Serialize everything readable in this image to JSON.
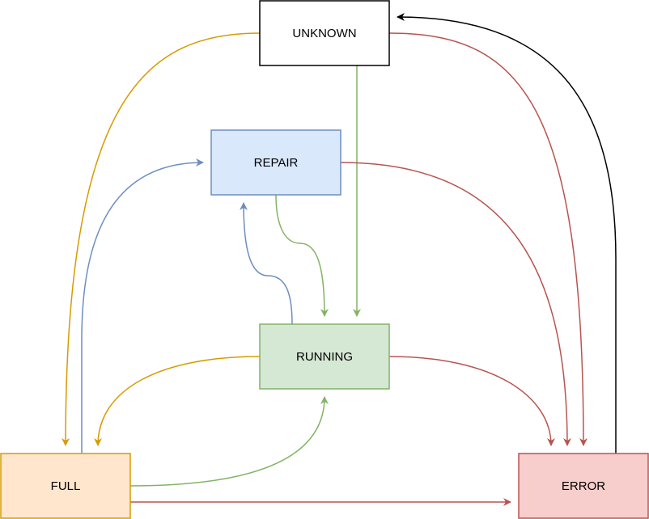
{
  "states": {
    "unknown": {
      "label": "UNKNOWN",
      "fill": "#ffffff",
      "stroke": "#000000"
    },
    "repair": {
      "label": "REPAIR",
      "fill": "#dae8fc",
      "stroke": "#6c8ebf"
    },
    "running": {
      "label": "RUNNING",
      "fill": "#d5e8d4",
      "stroke": "#82b366"
    },
    "full": {
      "label": "FULL",
      "fill": "#ffe6cc",
      "stroke": "#d79b00"
    },
    "error": {
      "label": "ERROR",
      "fill": "#f8cecc",
      "stroke": "#b85450"
    }
  },
  "edge_colors": {
    "orange": "#d79b00",
    "red": "#b85450",
    "green": "#82b366",
    "blue": "#6c8ebf",
    "black": "#000000"
  },
  "transitions": [
    {
      "from": "UNKNOWN",
      "to": "FULL",
      "color": "orange"
    },
    {
      "from": "UNKNOWN",
      "to": "RUNNING",
      "color": "green"
    },
    {
      "from": "UNKNOWN",
      "to": "ERROR",
      "color": "red"
    },
    {
      "from": "REPAIR",
      "to": "RUNNING",
      "color": "green"
    },
    {
      "from": "REPAIR",
      "to": "ERROR",
      "color": "red"
    },
    {
      "from": "RUNNING",
      "to": "REPAIR",
      "color": "blue"
    },
    {
      "from": "RUNNING",
      "to": "FULL",
      "color": "orange"
    },
    {
      "from": "RUNNING",
      "to": "ERROR",
      "color": "red"
    },
    {
      "from": "FULL",
      "to": "REPAIR",
      "color": "blue"
    },
    {
      "from": "FULL",
      "to": "RUNNING",
      "color": "green"
    },
    {
      "from": "FULL",
      "to": "ERROR",
      "color": "red"
    },
    {
      "from": "ERROR",
      "to": "UNKNOWN",
      "color": "black"
    }
  ]
}
